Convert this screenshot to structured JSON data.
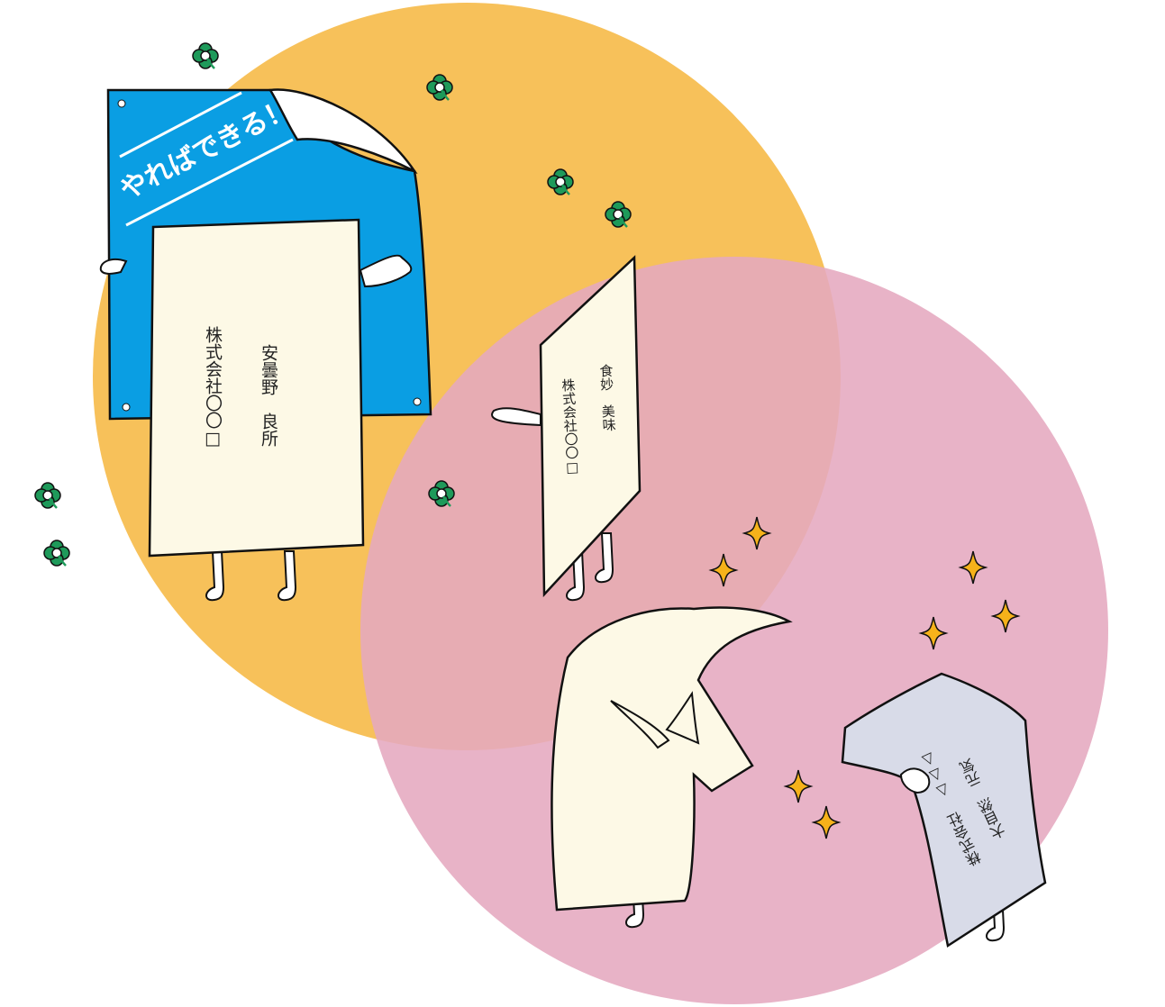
{
  "colors": {
    "circle_orange": "#f7c15a",
    "circle_pink": "#e5a9bf",
    "overlap": "#e7968d",
    "poster_blue": "#0a9ee3",
    "card_cream": "#fdf9e6",
    "card_gray": "#d8dbe8",
    "clover_green": "#1e9a5a",
    "sparkle_yellow": "#f6b21a"
  },
  "poster": {
    "slogan": "やればできる！"
  },
  "cards": {
    "card1": {
      "company": "株式会社〇〇□",
      "name": "安曇野　良所"
    },
    "card2": {
      "company": "株式会社〇〇□",
      "name": "食妙　美味"
    },
    "card3": {
      "company": "株式会社　△△△",
      "name": "大自然　元気"
    }
  },
  "icons": [
    "clover-icon",
    "sparkle-icon"
  ]
}
